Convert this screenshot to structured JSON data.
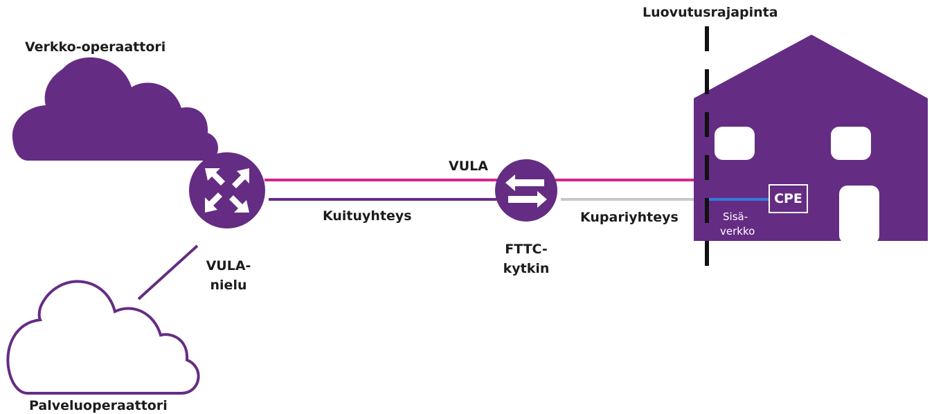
{
  "labels": {
    "network_operator": "Verkko-operaattori",
    "service_operator": "Palveluoperaattori",
    "handover_interface": "Luovutusrajapinta",
    "vula_sink_line1": "VULA-",
    "vula_sink_line2": "nielu",
    "vula": "VULA",
    "fiber_connection": "Kuituyhteys",
    "fttc_switch_line1": "FTTC-",
    "fttc_switch_line2": "kytkin",
    "copper_connection": "Kupariyhteys",
    "cpe": "CPE",
    "internal_network_line1": "Sisä-",
    "internal_network_line2": "verkko"
  },
  "colors": {
    "purple": "#652c84",
    "magenta": "#d9228f",
    "gray": "#c8c8c8",
    "blue": "#2f7fd6",
    "black": "#111111"
  },
  "icons": {
    "vula_sink": "arrows-inward-icon",
    "fttc_switch": "arrows-exchange-icon",
    "network_operator": "cloud-filled-icon",
    "service_operator": "cloud-outline-icon",
    "customer_premises": "house-icon"
  }
}
